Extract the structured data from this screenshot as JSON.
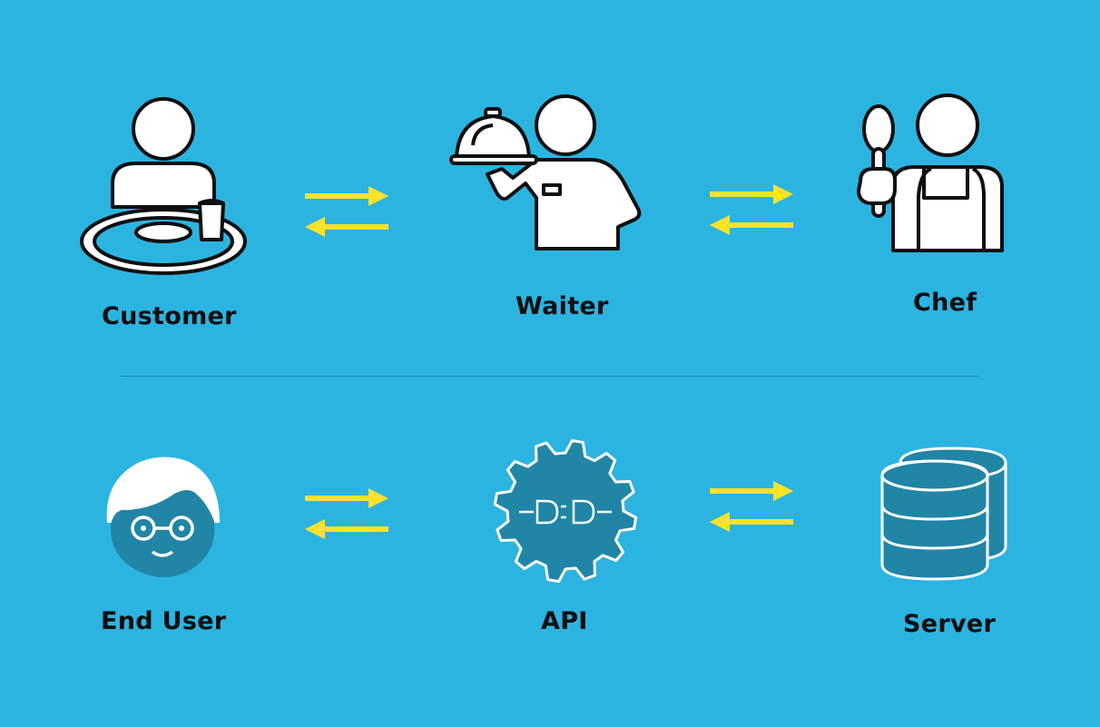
{
  "colors": {
    "background": "#2cb4e0",
    "arrow": "#ffe22c",
    "outline": "#0e0f10",
    "fill_white": "#ffffff",
    "tech_fill": "#2185a6",
    "divider": "#1e88b4",
    "label": "#0e0f10"
  },
  "restaurant_row": {
    "customer": {
      "label": "Customer",
      "icon": "customer-with-tray-icon"
    },
    "waiter": {
      "label": "Waiter",
      "icon": "waiter-with-cloche-icon"
    },
    "chef": {
      "label": "Chef",
      "icon": "chef-with-spoon-icon"
    },
    "arrows_icon": "bidirectional-arrows-icon"
  },
  "tech_row": {
    "end_user": {
      "label": "End User",
      "icon": "user-with-glasses-icon"
    },
    "api": {
      "label": "API",
      "icon": "gear-plug-icon"
    },
    "server": {
      "label": "Server",
      "icon": "database-icon"
    },
    "arrows_icon": "bidirectional-arrows-icon"
  }
}
